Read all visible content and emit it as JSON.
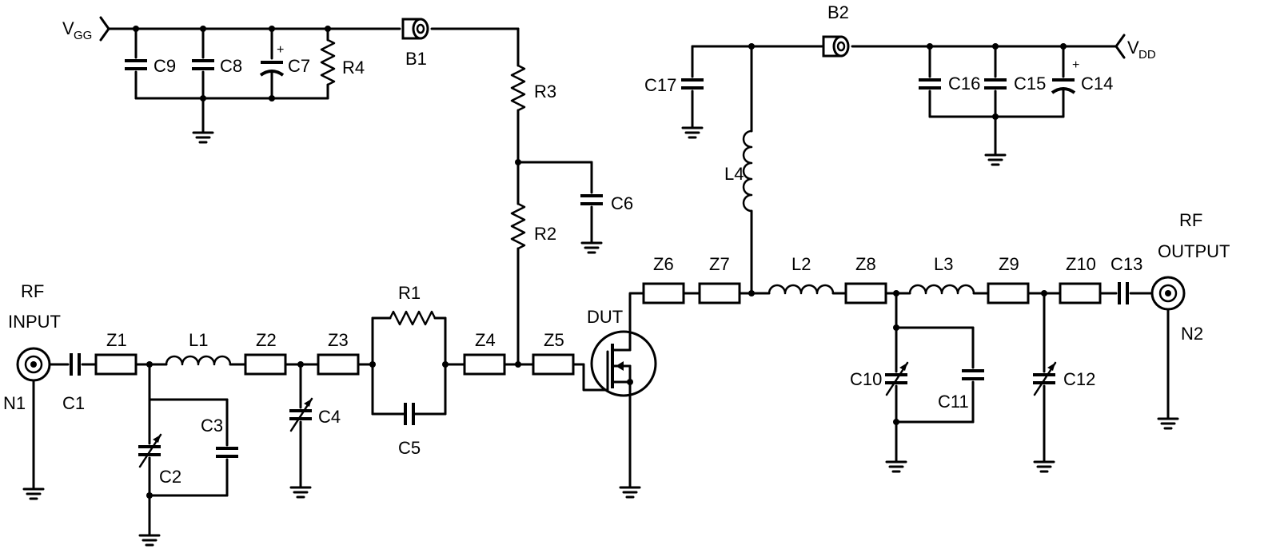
{
  "labels": {
    "vgg_main": "V",
    "vgg_sub": "GG",
    "vdd_main": "V",
    "vdd_sub": "DD",
    "b1": "B1",
    "b2": "B2",
    "r1": "R1",
    "r2": "R2",
    "r3": "R3",
    "r4": "R4",
    "c1": "C1",
    "c2": "C2",
    "c3": "C3",
    "c4": "C4",
    "c5": "C5",
    "c6": "C6",
    "c7": "C7",
    "c8": "C8",
    "c9": "C9",
    "c10": "C10",
    "c11": "C11",
    "c12": "C12",
    "c13": "C13",
    "c14": "C14",
    "c15": "C15",
    "c16": "C16",
    "c17": "C17",
    "l1": "L1",
    "l2": "L2",
    "l3": "L3",
    "l4": "L4",
    "z1": "Z1",
    "z2": "Z2",
    "z3": "Z3",
    "z4": "Z4",
    "z5": "Z5",
    "z6": "Z6",
    "z7": "Z7",
    "z8": "Z8",
    "z9": "Z9",
    "z10": "Z10",
    "dut": "DUT",
    "rf_input_1": "RF",
    "rf_input_2": "INPUT",
    "rf_output_1": "RF",
    "rf_output_2": "OUTPUT",
    "n1": "N1",
    "n2": "N2",
    "plus": "+"
  }
}
